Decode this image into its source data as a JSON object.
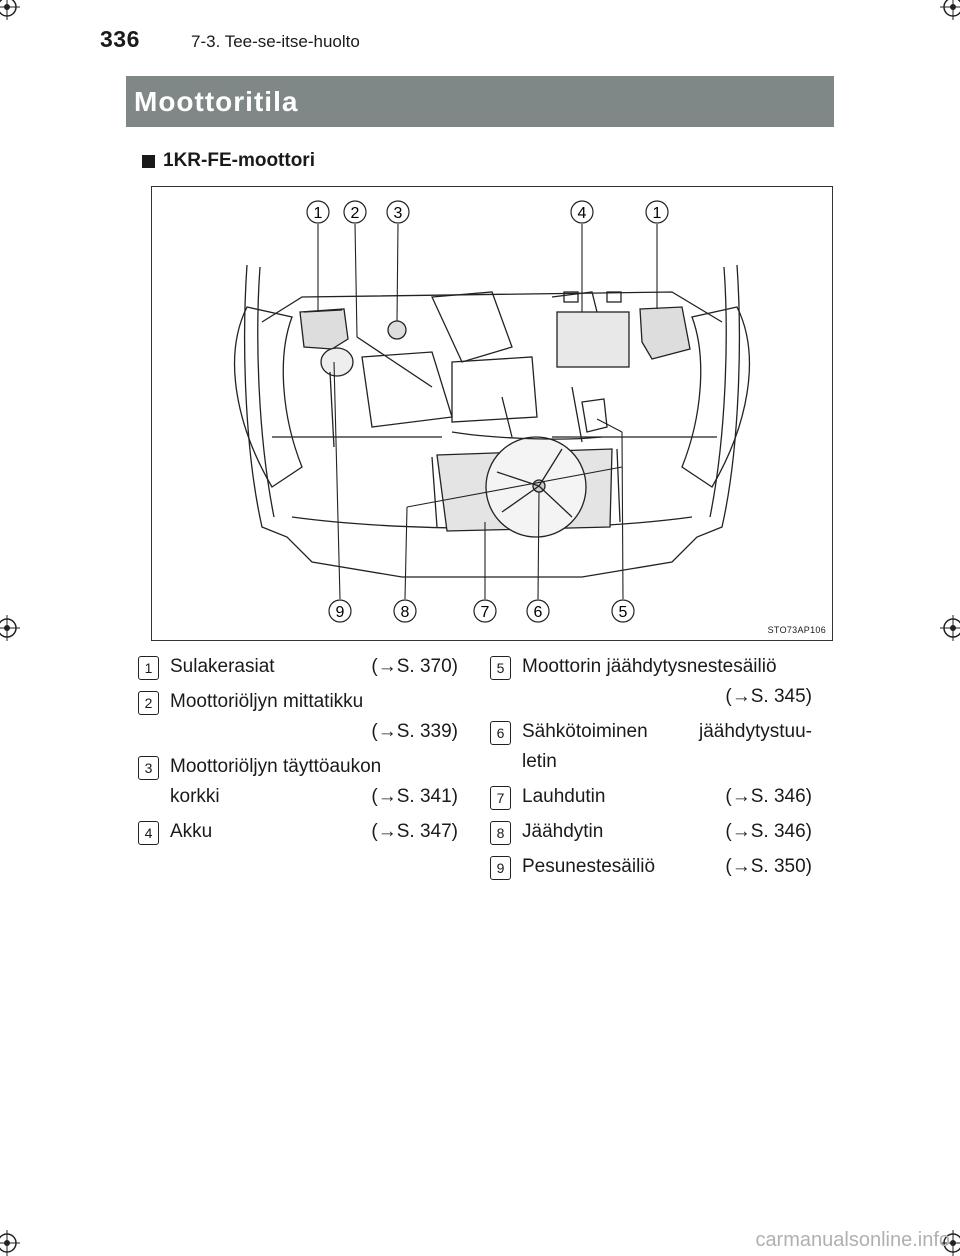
{
  "header": {
    "page_number": "336",
    "section": "7-3. Tee-se-itse-huolto"
  },
  "title": "Moottoritila",
  "subheading": "1KR-FE-moottori",
  "figure": {
    "code": "STO73AP106",
    "callouts_top": [
      "1",
      "2",
      "3",
      "4",
      "1"
    ],
    "callouts_bottom": [
      "9",
      "8",
      "7",
      "6",
      "5"
    ]
  },
  "legend": {
    "left": [
      {
        "num": "1",
        "lines": [
          "Sulakerasiat"
        ],
        "ref": "(→S. 370)",
        "ref_inline": true
      },
      {
        "num": "2",
        "lines": [
          "Moottoriöljyn mittatikku"
        ],
        "ref": "(→S. 339)",
        "ref_inline": false
      },
      {
        "num": "3",
        "lines": [
          "Moottoriöljyn täyttöaukon",
          "korkki"
        ],
        "ref": "(→S. 341)",
        "ref_inline": true
      },
      {
        "num": "4",
        "lines": [
          "Akku"
        ],
        "ref": "(→S. 347)",
        "ref_inline": true
      }
    ],
    "right": [
      {
        "num": "5",
        "lines": [
          "Moottorin jäähdytysnestesäiliö"
        ],
        "ref": "(→S. 345)",
        "ref_inline": false
      },
      {
        "num": "6",
        "lines": [
          "Sähkötoiminen jäähdytystuu-",
          "letin"
        ],
        "ref": "",
        "ref_inline": false
      },
      {
        "num": "7",
        "lines": [
          "Lauhdutin"
        ],
        "ref": "(→S. 346)",
        "ref_inline": true
      },
      {
        "num": "8",
        "lines": [
          "Jäähdytin"
        ],
        "ref": "(→S. 346)",
        "ref_inline": true
      },
      {
        "num": "9",
        "lines": [
          "Pesunestesäiliö"
        ],
        "ref": "(→S. 350)",
        "ref_inline": true
      }
    ]
  },
  "watermark": "carmanualsonline.info"
}
